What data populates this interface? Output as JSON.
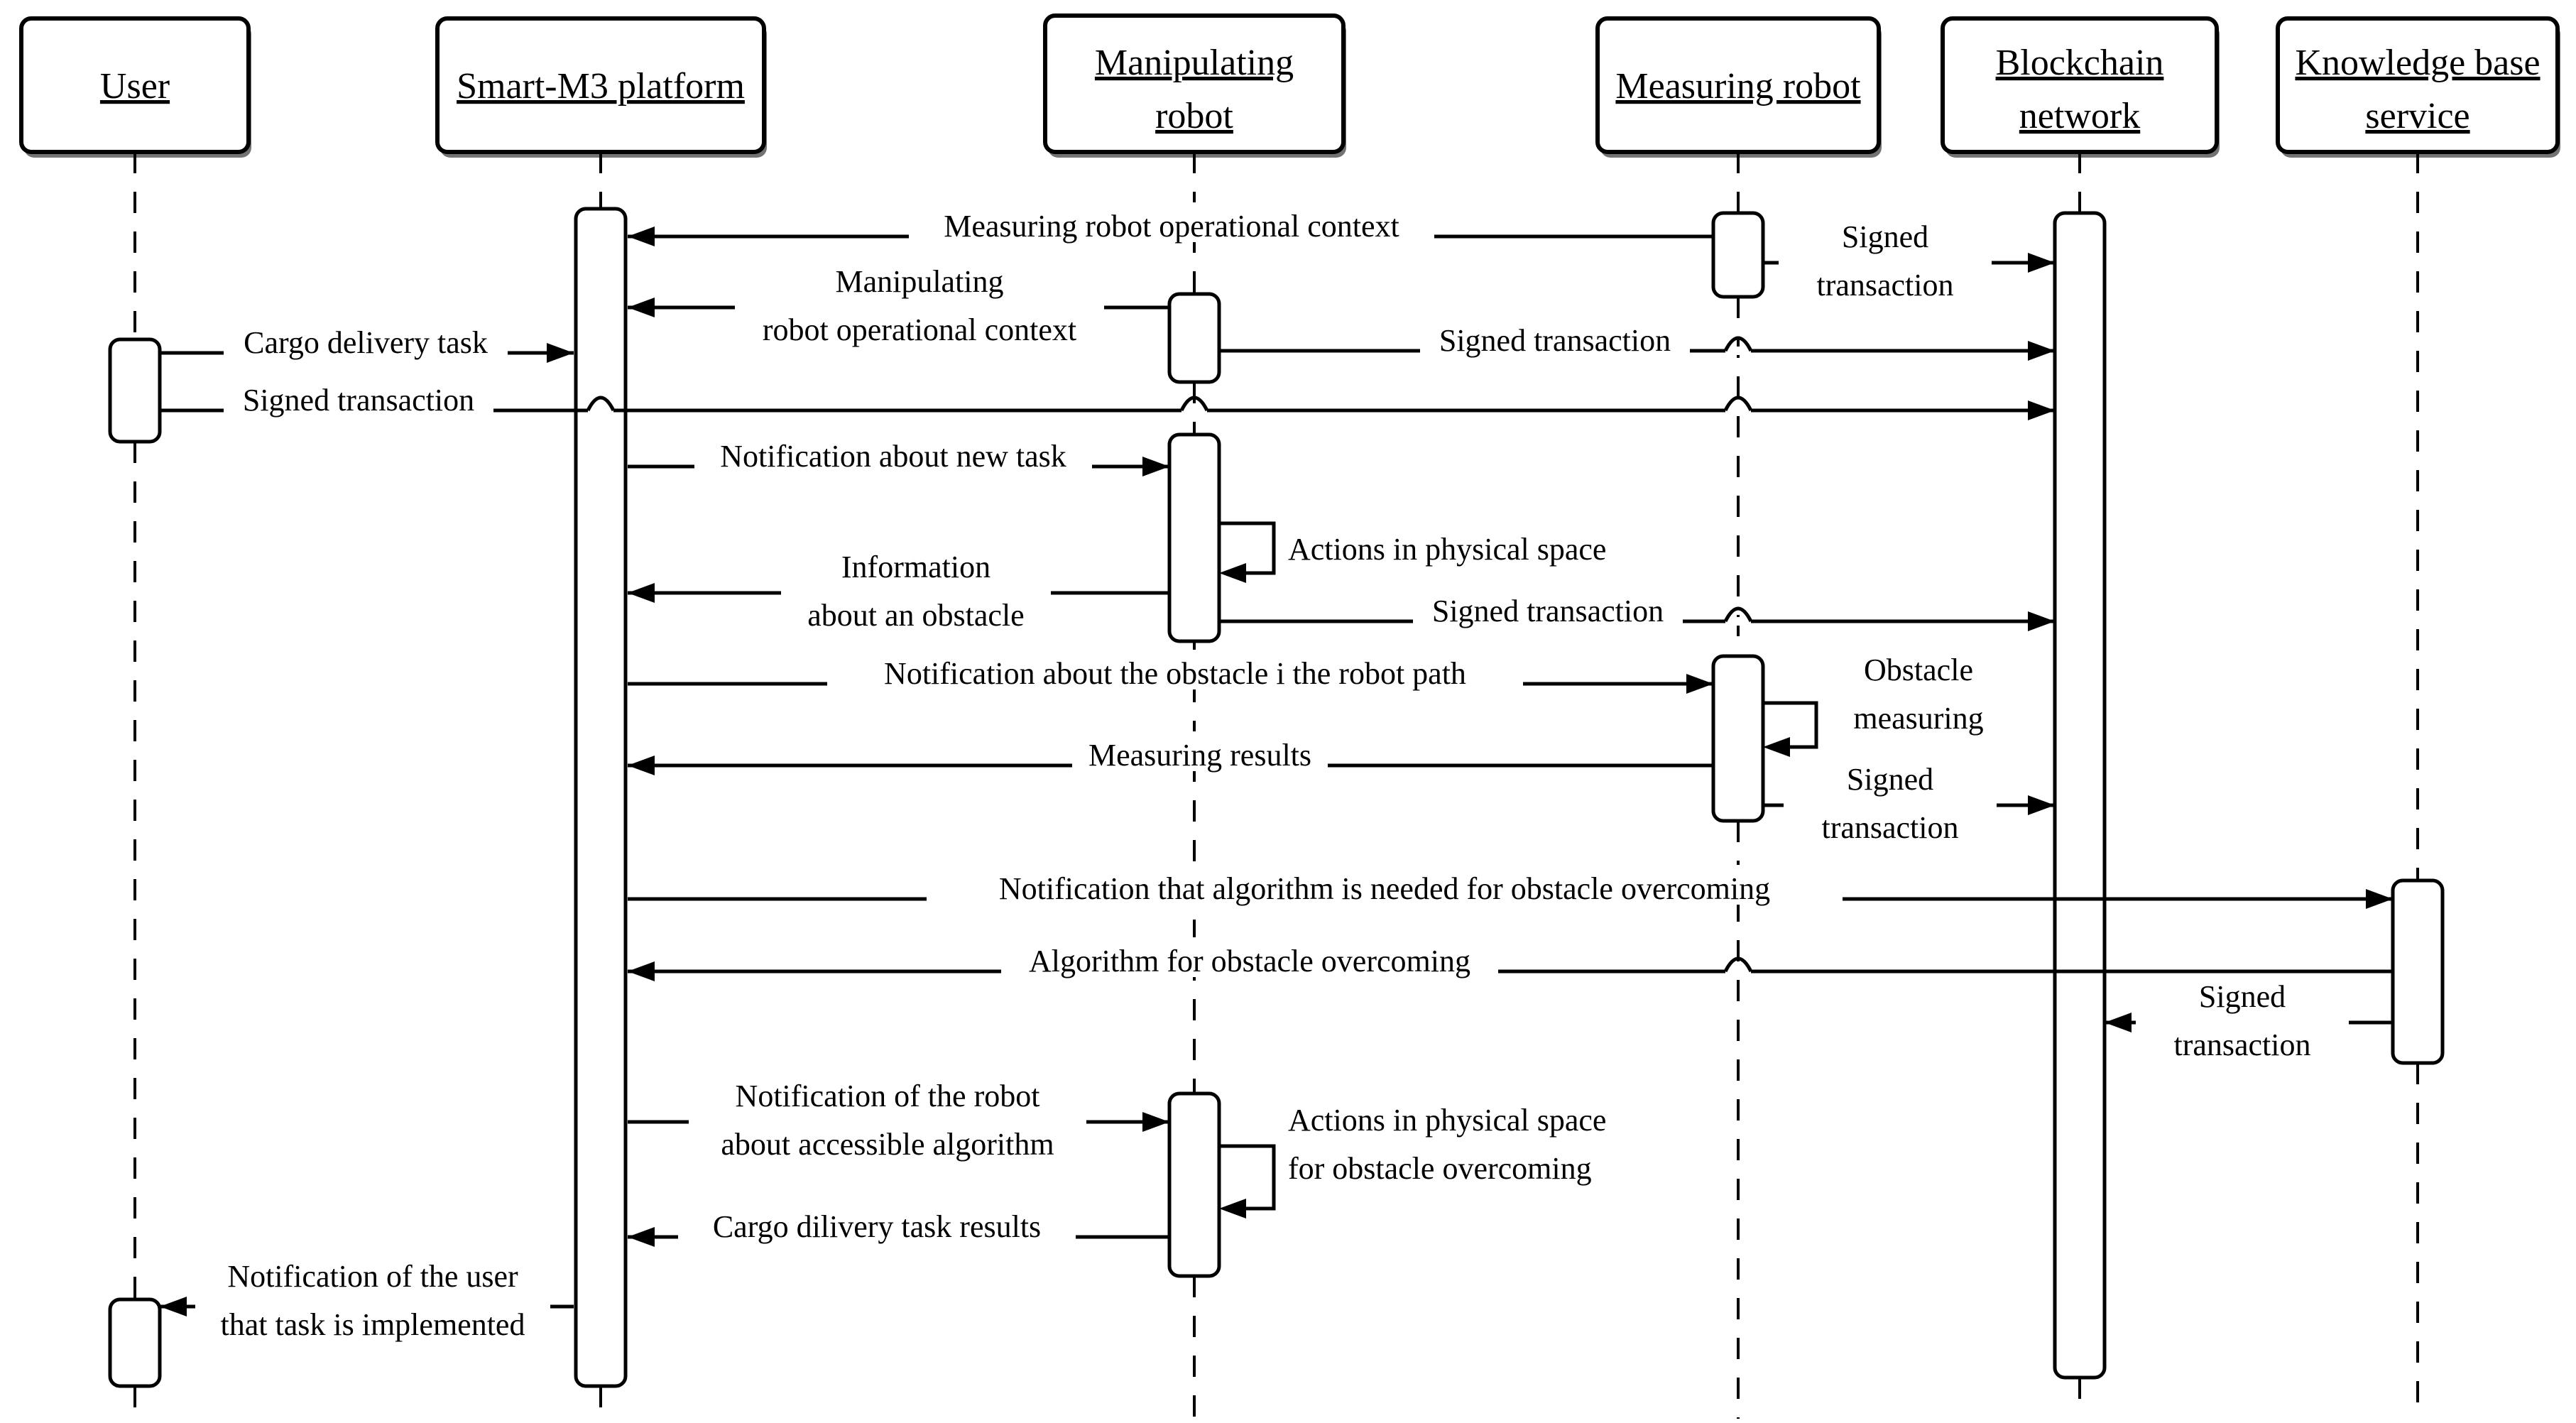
{
  "diagram": {
    "type": "uml-sequence-diagram",
    "colors": {
      "background": "#ffffff",
      "stroke": "#000000",
      "text": "#000000"
    }
  },
  "participants": [
    {
      "name": "User",
      "lines": [
        "User"
      ]
    },
    {
      "name": "Smart-M3 platform",
      "lines": [
        "Smart-M3 platform"
      ]
    },
    {
      "name": "Manipulating robot",
      "lines": [
        "Manipulating",
        "robot"
      ]
    },
    {
      "name": "Measuring robot",
      "lines": [
        "Measuring robot"
      ]
    },
    {
      "name": "Blockchain network",
      "lines": [
        "Blockchain",
        "network"
      ]
    },
    {
      "name": "Knowledge base service",
      "lines": [
        "Knowledge base",
        "service"
      ]
    }
  ],
  "messages": [
    {
      "from": "Measuring robot",
      "to": "Smart-M3 platform",
      "type": "arrow",
      "lines": [
        "Measuring robot operational context"
      ]
    },
    {
      "from": "Measuring robot",
      "to": "Blockchain network",
      "type": "arrow",
      "lines": [
        "Signed",
        "transaction"
      ]
    },
    {
      "from": "Manipulating robot",
      "to": "Smart-M3 platform",
      "type": "arrow",
      "lines": [
        "Manipulating",
        "robot operational context"
      ]
    },
    {
      "from": "Manipulating robot",
      "to": "Blockchain network",
      "type": "arrow",
      "lines": [
        "Signed transaction"
      ]
    },
    {
      "from": "User",
      "to": "Smart-M3 platform",
      "type": "arrow",
      "lines": [
        "Cargo delivery task"
      ]
    },
    {
      "from": "User",
      "to": "Blockchain network",
      "type": "arrow",
      "lines": [
        "Signed transaction"
      ]
    },
    {
      "from": "Smart-M3 platform",
      "to": "Manipulating robot",
      "type": "arrow",
      "lines": [
        "Notification about new task"
      ]
    },
    {
      "from": "Manipulating robot",
      "to": "Manipulating robot",
      "type": "self",
      "lines": [
        "Actions in physical space"
      ]
    },
    {
      "from": "Manipulating robot",
      "to": "Smart-M3 platform",
      "type": "arrow",
      "lines": [
        "Information",
        "about an obstacle"
      ]
    },
    {
      "from": "Manipulating robot",
      "to": "Blockchain network",
      "type": "arrow",
      "lines": [
        "Signed transaction"
      ]
    },
    {
      "from": "Smart-M3 platform",
      "to": "Measuring robot",
      "type": "arrow",
      "lines": [
        "Notification about the obstacle i the robot path"
      ]
    },
    {
      "from": "Measuring robot",
      "to": "Measuring robot",
      "type": "self",
      "lines": [
        "Obstacle",
        "measuring"
      ]
    },
    {
      "from": "Measuring robot",
      "to": "Smart-M3 platform",
      "type": "arrow",
      "lines": [
        "Measuring results"
      ]
    },
    {
      "from": "Measuring robot",
      "to": "Blockchain network",
      "type": "arrow",
      "lines": [
        "Signed",
        "transaction"
      ]
    },
    {
      "from": "Smart-M3 platform",
      "to": "Knowledge base service",
      "type": "arrow",
      "lines": [
        "Notification that algorithm is needed for obstacle overcoming"
      ]
    },
    {
      "from": "Knowledge base service",
      "to": "Smart-M3 platform",
      "type": "arrow",
      "lines": [
        "Algorithm for obstacle overcoming"
      ]
    },
    {
      "from": "Knowledge base service",
      "to": "Blockchain network",
      "type": "arrow",
      "lines": [
        "Signed",
        "transaction"
      ]
    },
    {
      "from": "Smart-M3 platform",
      "to": "Manipulating robot",
      "type": "arrow",
      "lines": [
        "Notification of the robot",
        "about accessible algorithm"
      ]
    },
    {
      "from": "Manipulating robot",
      "to": "Manipulating robot",
      "type": "self",
      "lines": [
        "Actions in physical space",
        "for obstacle overcoming"
      ]
    },
    {
      "from": "Manipulating robot",
      "to": "Smart-M3 platform",
      "type": "arrow",
      "lines": [
        "Cargo dilivery task results"
      ]
    },
    {
      "from": "Smart-M3 platform",
      "to": "User",
      "type": "arrow",
      "lines": [
        "Notification of the user",
        "that task is implemented"
      ]
    }
  ]
}
